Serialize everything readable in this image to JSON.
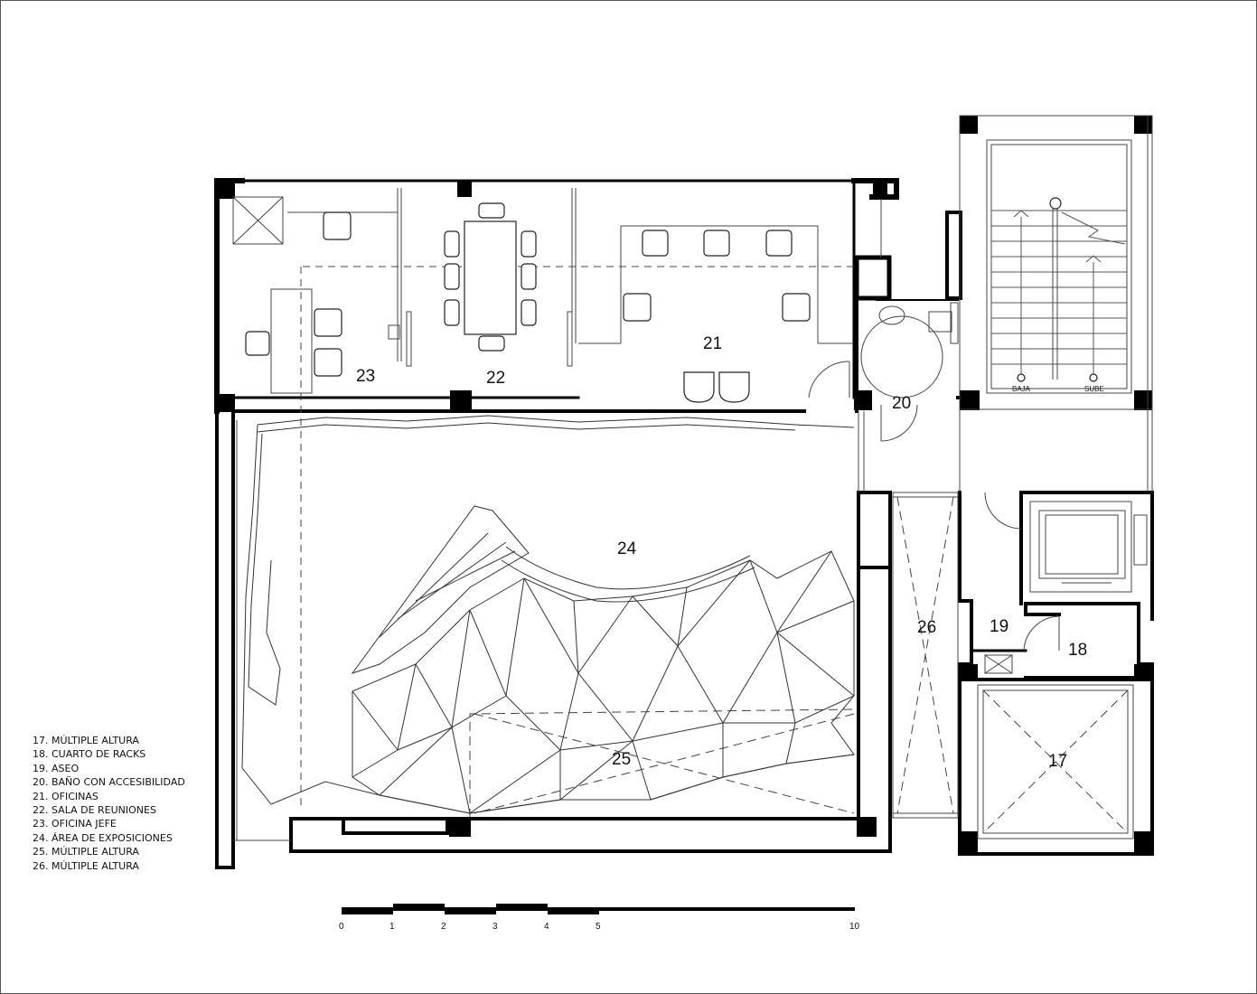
{
  "rooms": [
    {
      "id": "17",
      "label": "17"
    },
    {
      "id": "18",
      "label": "18"
    },
    {
      "id": "19",
      "label": "19"
    },
    {
      "id": "20",
      "label": "20"
    },
    {
      "id": "21",
      "label": "21"
    },
    {
      "id": "22",
      "label": "22"
    },
    {
      "id": "23",
      "label": "23"
    },
    {
      "id": "24",
      "label": "24"
    },
    {
      "id": "25",
      "label": "25"
    },
    {
      "id": "26",
      "label": "26"
    }
  ],
  "stair_labels": {
    "down": "BAJA",
    "up": "SUBE"
  },
  "legend": [
    "17. MÚLTIPLE ALTURA",
    "18. CUARTO DE RACKS",
    "19. ASEO",
    "20. BAÑO CON ACCESIBILIDAD",
    "21. OFICINAS",
    "22. SALA DE REUNIONES",
    "23. OFICINA JEFE",
    "24. ÁREA DE EXPOSICIONES",
    "25. MÚLTIPLE ALTURA",
    "26. MÚLTIPLE ALTURA"
  ],
  "scale": {
    "ticks": [
      "0",
      "1",
      "2",
      "3",
      "4",
      "5",
      "10"
    ]
  },
  "colors": {
    "wall": "#000000",
    "line": "#333333",
    "background": "#ffffff"
  }
}
